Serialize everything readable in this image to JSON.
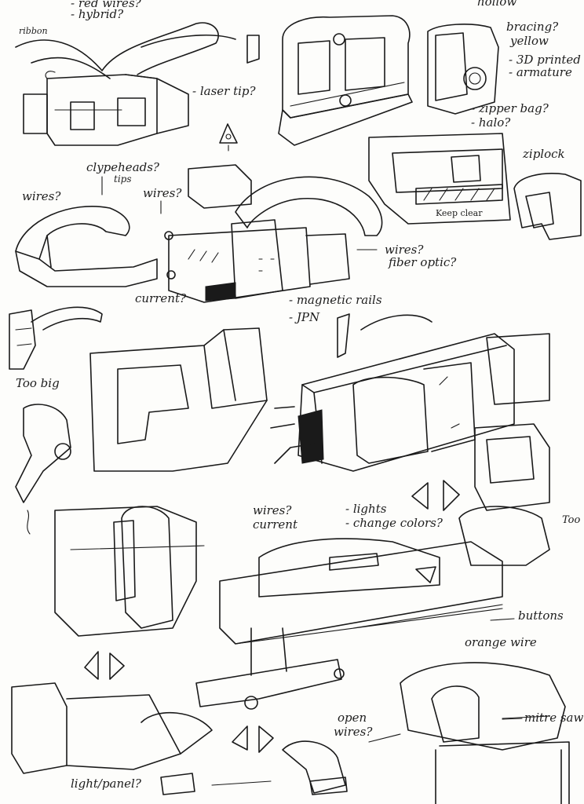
{
  "notes": {
    "red_wires": "- red wires?",
    "hybrid": "- hybrid?",
    "hollow": "hollow",
    "ribbon": "ribbon",
    "bracing": "bracing?",
    "yellow": "yellow",
    "printed_3d": "- 3D printed",
    "armature": "- armature",
    "zipper_bag": "- zipper bag?",
    "halo": "- halo?",
    "laser_tip": "- laser tip?",
    "ziplock": "ziplock",
    "keep_clear": "Keep clear",
    "clypeheads": "clypeheads?",
    "tips": "tips",
    "wires_1": "wires?",
    "wires_2": "wires?",
    "wires_fiber": "wires?",
    "fiber_optic": "fiber optic?",
    "current_1": "current?",
    "magnetic_rails": "- magnetic rails",
    "jpn": "- JPN",
    "too_big_1": "Too big",
    "wires_current": "wires?",
    "current_2": "current",
    "lights": "- lights",
    "change_colors": "- change colors?",
    "too_big_2": "Too big",
    "buttons": "buttons",
    "orange_wire": "orange wire",
    "open_wires": "open",
    "open_wires_2": "wires?",
    "mitre_saw": "mitre saw",
    "light_panel": "light/panel?"
  }
}
